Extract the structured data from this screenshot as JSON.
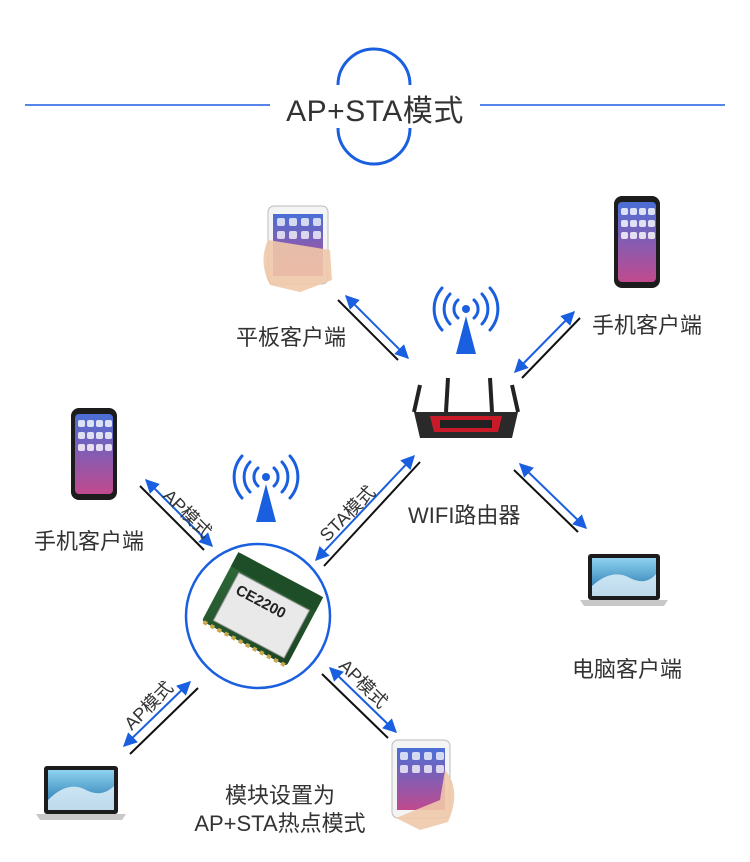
{
  "title": "AP+STA模式",
  "labels": {
    "tablet_top": "平板客户端",
    "phone_top_right": "手机客户端",
    "phone_left": "手机客户端",
    "router": "WIFI路由器",
    "pc_right": "电脑客户端",
    "edge_ap_left": "AP模式",
    "edge_sta": "STA模式",
    "edge_ap_bottom_right": "AP模式",
    "edge_ap_bottom_left": "AP模式",
    "module_mark": "CE2200",
    "caption_line1": "模块设置为",
    "caption_line2": "AP+STA热点模式"
  },
  "colors": {
    "accent_blue": "#1a5fe0",
    "arrow_dark": "#111111",
    "text": "#333333"
  }
}
